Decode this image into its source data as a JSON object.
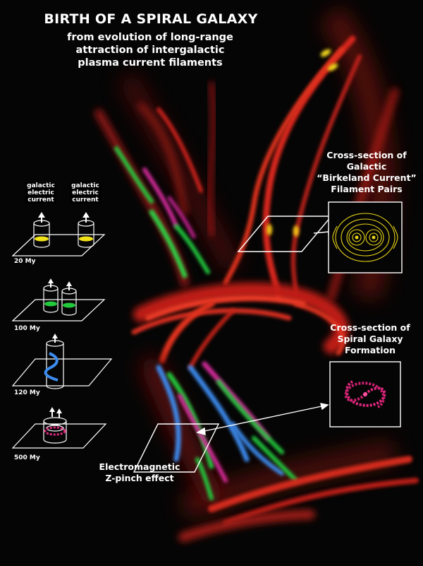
{
  "title": "BIRTH OF A SPIRAL GALAXY",
  "subtitle": [
    "from evolution of long-range",
    "attraction of intergalactic",
    "plasma current  filaments"
  ],
  "current_labels": [
    [
      "galactic",
      "electric",
      "current"
    ],
    [
      "galactic",
      "electric",
      "current"
    ]
  ],
  "stages": [
    "20 My",
    "100 My",
    "120 My",
    "500 My"
  ],
  "callouts": {
    "birkeland": [
      "Cross-section of",
      "Galactic",
      "“Birkeland Current”",
      "Filament Pairs"
    ],
    "spiral": [
      "Cross-section of",
      "Spiral Galaxy",
      "Formation"
    ],
    "zpinch": [
      "Electromagnetic",
      "Z-pinch effect"
    ]
  },
  "colors": {
    "background": "#050505",
    "plasma_red": "#e0281e",
    "filament_green": "#22c93c",
    "filament_blue": "#3c8cf0",
    "filament_magenta": "#d42a9a",
    "current_yellow": "#f2e21a",
    "spiral_pink": "#e0287e"
  }
}
